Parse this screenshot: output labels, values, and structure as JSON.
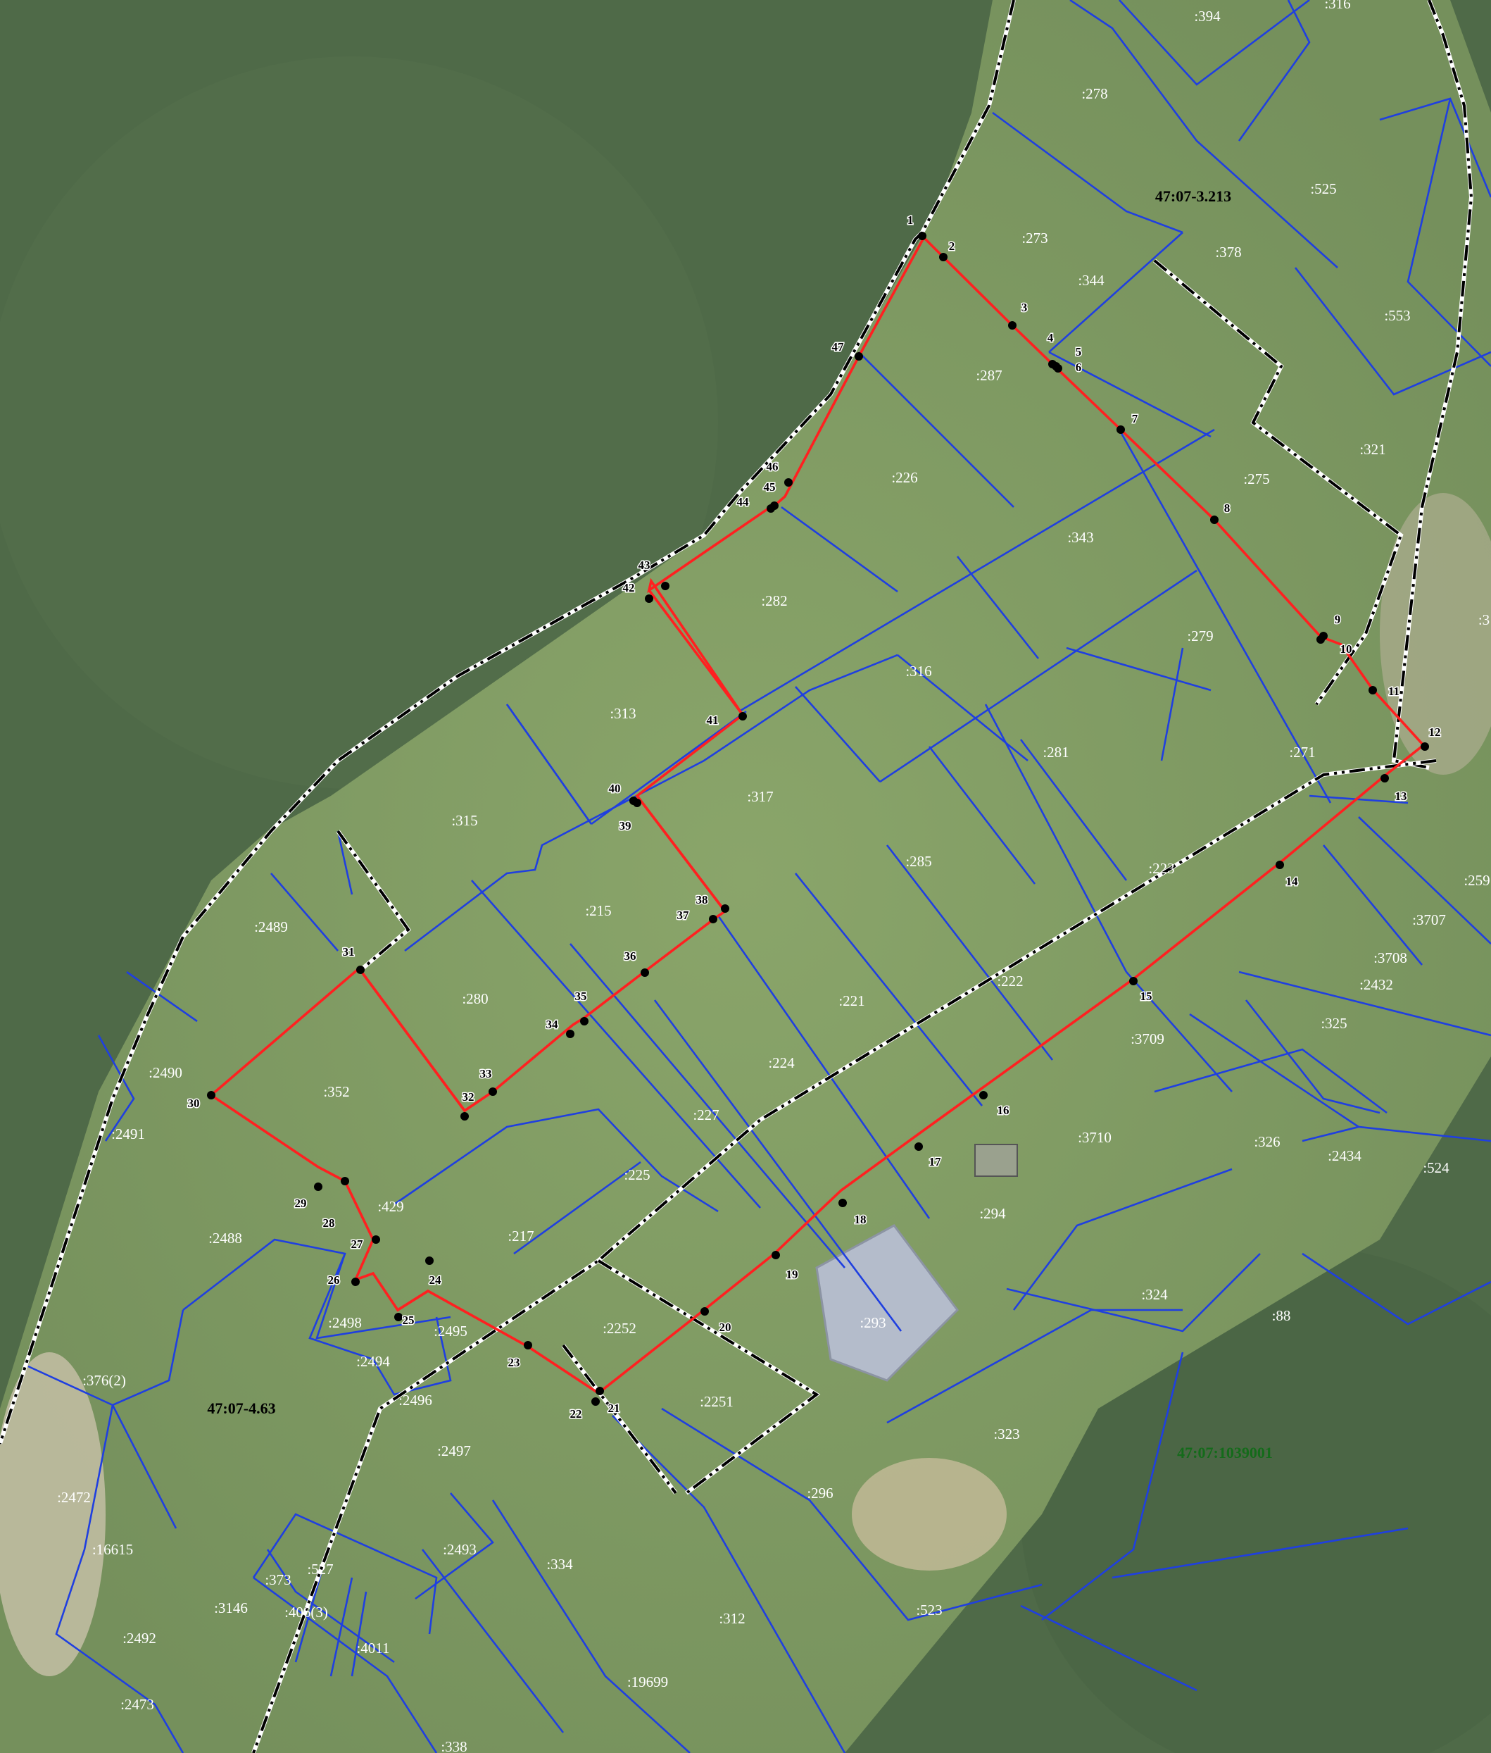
{
  "map": {
    "colors": {
      "forest": "#4f6a48",
      "field": "#7f9b63",
      "parcel": "#1f3fe0",
      "boundary_red": "#ff2020",
      "cadastral_green": "#146b1a"
    },
    "quarters": [
      {
        "id": "q1",
        "text": "47:07-3.213"
      },
      {
        "id": "q2",
        "text": "47:07-4.63"
      }
    ],
    "cadastral_block": {
      "text": "47:07:1039001"
    },
    "parcels": [
      ":394",
      ":316",
      ":278",
      ":525",
      ":273",
      ":378",
      ":344",
      ":553",
      ":287",
      ":321",
      ":275",
      ":226",
      ":343",
      ":282",
      ":316",
      ":279",
      ":313",
      ":281",
      ":271",
      ":317",
      ":315",
      ":215",
      ":285",
      ":223",
      ":2489",
      ":3707",
      ":3708",
      ":221",
      ":222",
      ":2432",
      ":280",
      ":3709",
      ":325",
      ":2490",
      ":224",
      ":352",
      ":227",
      ":3710",
      ":326",
      ":2491",
      ":2434",
      ":524",
      ":225",
      ":429",
      ":294",
      ":2488",
      ":217",
      ":324",
      ":88",
      ":2498",
      ":2495",
      ":293",
      ":2252",
      ":2494",
      ":2496",
      ":376(2)",
      ":2251",
      ":323",
      ":2497",
      ":2472",
      ":296",
      ":16615",
      ":2493",
      ":334",
      ":373",
      ":527",
      ":406(3)",
      ":3146",
      ":312",
      ":523",
      ":4011",
      ":2492",
      ":19699",
      ":2473",
      ":338",
      ":3",
      ":259"
    ],
    "points": [
      "1",
      "2",
      "3",
      "4",
      "5",
      "6",
      "7",
      "8",
      "9",
      "10",
      "11",
      "12",
      "13",
      "14",
      "15",
      "16",
      "17",
      "18",
      "19",
      "20",
      "21",
      "22",
      "23",
      "24",
      "25",
      "26",
      "27",
      "28",
      "29",
      "30",
      "31",
      "32",
      "33",
      "34",
      "35",
      "36",
      "37",
      "38",
      "39",
      "40",
      "41",
      "42",
      "43",
      "44",
      "45",
      "46",
      "47"
    ]
  }
}
